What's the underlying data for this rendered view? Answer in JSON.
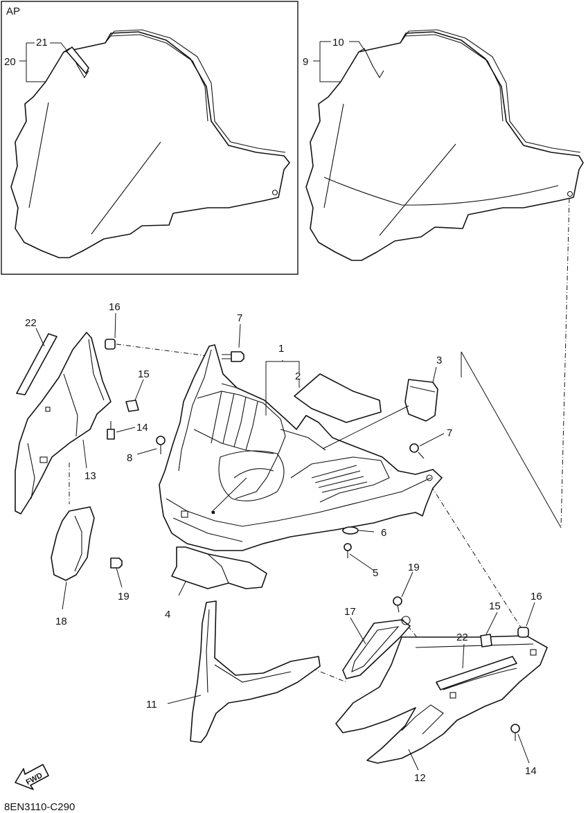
{
  "inset": {
    "label": "AP"
  },
  "callouts": {
    "c1": "1",
    "c2": "2",
    "c3": "3",
    "c4": "4",
    "c5": "5",
    "c6": "6",
    "c7a": "7",
    "c7b": "7",
    "c8": "8",
    "c9": "9",
    "c10": "10",
    "c11": "11",
    "c12": "12",
    "c13": "13",
    "c14a": "14",
    "c14b": "14",
    "c15a": "15",
    "c15b": "15",
    "c16a": "16",
    "c16b": "16",
    "c17": "17",
    "c18": "18",
    "c19a": "19",
    "c19b": "19",
    "c20": "20",
    "c21": "21",
    "c22a": "22",
    "c22b": "22"
  },
  "fwd_label": "FWD",
  "diagram_code": "8EN3110-C290"
}
